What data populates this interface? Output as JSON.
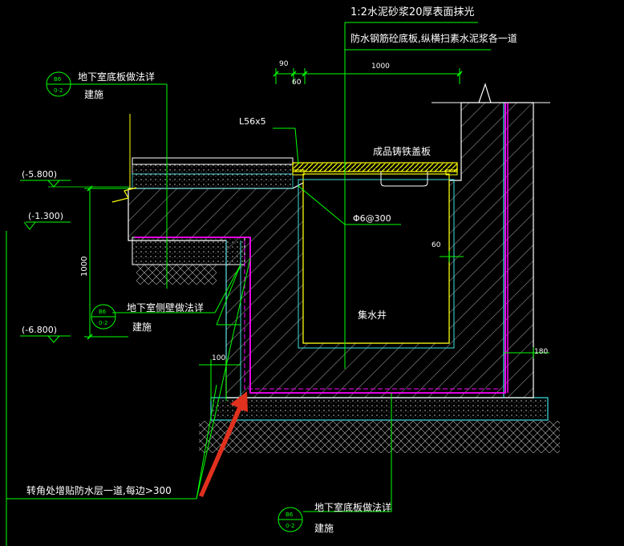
{
  "notes": {
    "surface": "1:2水泥砂浆20厚表面抹光",
    "waterproof": "防水钢筋砼底板,纵横扫素水泥浆各一道",
    "cover": "成品铸铁盖板",
    "angle": "L56x5",
    "rebar": "Φ6@300",
    "pit": "集水井",
    "corner": "转角处增贴防水层一道,每边>300"
  },
  "dims": {
    "d90": "90",
    "d60top": "60",
    "d1000top": "1000",
    "d1000side": "1000",
    "d60side": "60",
    "d100": "100",
    "d180": "180"
  },
  "elevations": {
    "e1": "(-5.800)",
    "e2": "(-1.300)",
    "e3": "(-6.800)"
  },
  "refs": {
    "r1": {
      "num": "B6",
      "sheet": "0-2",
      "title": "地下室底板做法详",
      "sub": "建施"
    },
    "r2": {
      "num": "B6",
      "sheet": "0-2",
      "title": "地下室侧壁做法详",
      "sub": "建施"
    },
    "r3": {
      "num": "B6",
      "sheet": "0-2",
      "title": "地下室底板做法详",
      "sub": "建施"
    }
  },
  "colors": {
    "background": "#000000",
    "line_white": "#ffffff",
    "line_green": "#00ff00",
    "line_cyan": "#40e0e0",
    "line_yellow": "#ffff00",
    "line_magenta": "#ff00ff",
    "arrow_red": "#e0301e"
  }
}
